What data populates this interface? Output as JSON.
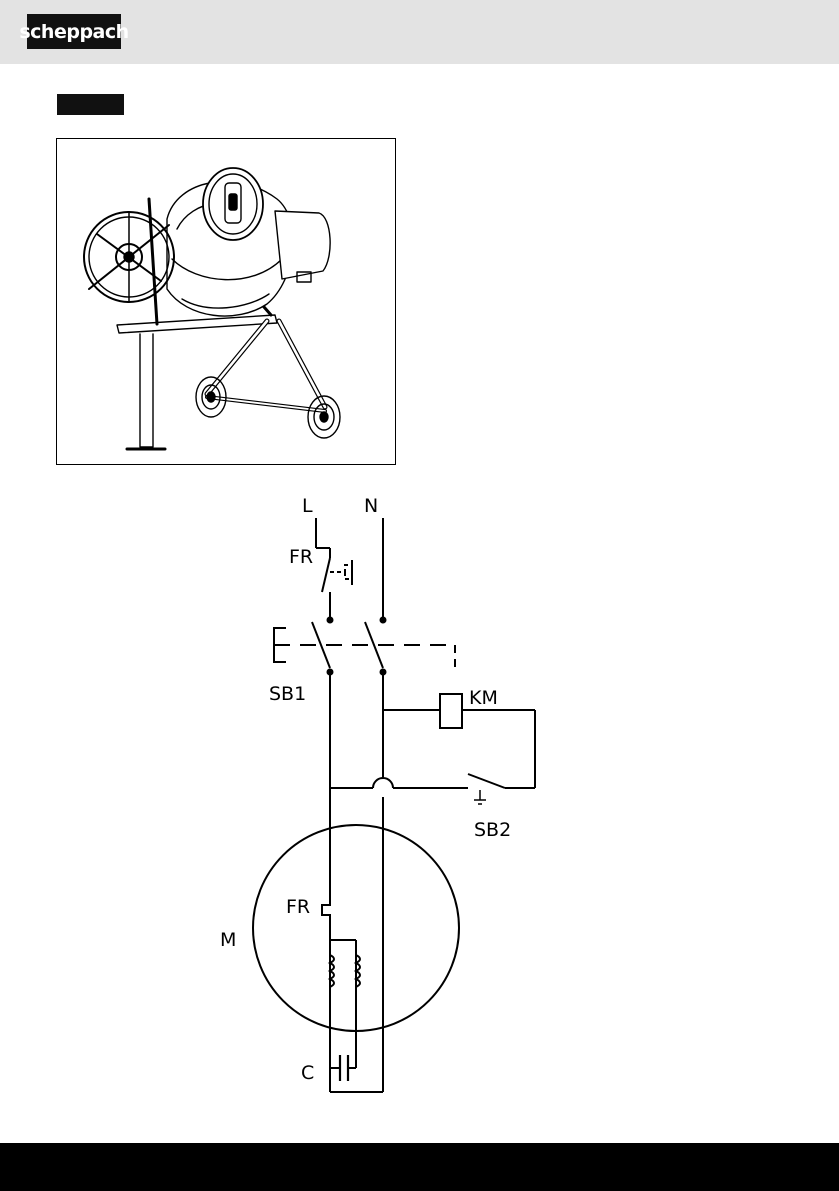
{
  "header": {
    "logo_text": "scheppach",
    "logo_color": "#111111",
    "bar_color": "#e3e3e3"
  },
  "figure": {
    "illustration": "concrete-mixer-drawing"
  },
  "wiring_diagram": {
    "labels": {
      "L": "L",
      "N": "N",
      "FR_top": "FR",
      "SB1": "SB1",
      "KM": "KM",
      "SB2": "SB2",
      "M": "M",
      "FR_motor": "FR",
      "C": "C"
    }
  },
  "footer": {
    "bar_color": "#000000"
  }
}
